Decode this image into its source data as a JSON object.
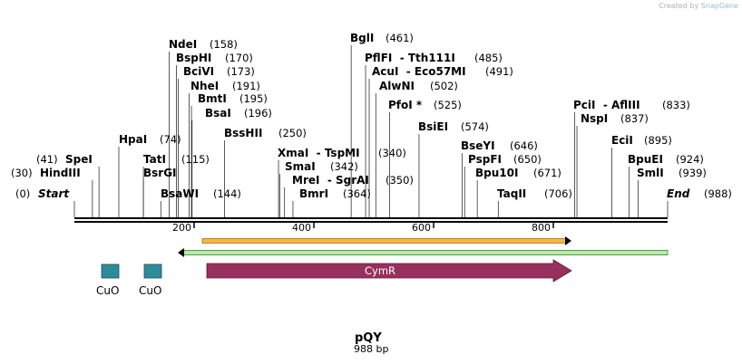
{
  "credit": {
    "prefix": "Created by",
    "brand": "SnapGene"
  },
  "plasmid": {
    "name": "pQY",
    "length_label": "988 bp",
    "length": 988
  },
  "ruler": {
    "ticks": [
      "200",
      "400",
      "600",
      "800"
    ]
  },
  "sites": [
    {
      "name": "Start",
      "pos": "(0)",
      "bp": 0,
      "style": "italic"
    },
    {
      "name": "HindIII",
      "pos": "(30)",
      "bp": 30
    },
    {
      "name": "SpeI",
      "pos": "(41)",
      "bp": 41
    },
    {
      "name": "HpaI",
      "pos": "(74)",
      "bp": 74
    },
    {
      "name": "TatI",
      "pos": "(115)",
      "bp": 115
    },
    {
      "name": "BsrGI",
      "pos": "",
      "bp": 115
    },
    {
      "name": "BsaWI",
      "pos": "(144)",
      "bp": 144
    },
    {
      "name": "NdeI",
      "pos": "(158)",
      "bp": 158
    },
    {
      "name": "BspHI",
      "pos": "(170)",
      "bp": 170
    },
    {
      "name": "BciVI",
      "pos": "(173)",
      "bp": 173
    },
    {
      "name": "NheI",
      "pos": "(191)",
      "bp": 191
    },
    {
      "name": "BmtI",
      "pos": "(195)",
      "bp": 195
    },
    {
      "name": "BsaI",
      "pos": "(196)",
      "bp": 196
    },
    {
      "name": "BssHII",
      "pos": "(250)",
      "bp": 250
    },
    {
      "name": "XmaI  - TspMI",
      "pos": "(340)",
      "bp": 340
    },
    {
      "name": "SmaI",
      "pos": "(342)",
      "bp": 342
    },
    {
      "name": "MreI  - SgrAI",
      "pos": "(350)",
      "bp": 350
    },
    {
      "name": "BmrI",
      "pos": "(364)",
      "bp": 364
    },
    {
      "name": "BglI",
      "pos": "(461)",
      "bp": 461
    },
    {
      "name": "PflFI  - Tth111I",
      "pos": "(485)",
      "bp": 485
    },
    {
      "name": "AcuI  - Eco57MI",
      "pos": "(491)",
      "bp": 491
    },
    {
      "name": "AlwNI",
      "pos": "(502)",
      "bp": 502
    },
    {
      "name": "PfoI *",
      "pos": "(525)",
      "bp": 525
    },
    {
      "name": "BsiEI",
      "pos": "(574)",
      "bp": 574
    },
    {
      "name": "BseYI",
      "pos": "(646)",
      "bp": 646
    },
    {
      "name": "PspFI",
      "pos": "(650)",
      "bp": 650
    },
    {
      "name": "Bpu10I",
      "pos": "(671)",
      "bp": 671
    },
    {
      "name": "TaqII",
      "pos": "(706)",
      "bp": 706
    },
    {
      "name": "PciI  - AflIII",
      "pos": "(833)",
      "bp": 833
    },
    {
      "name": "NspI",
      "pos": "(837)",
      "bp": 837
    },
    {
      "name": "EciI",
      "pos": "(895)",
      "bp": 895
    },
    {
      "name": "BpuEI",
      "pos": "(924)",
      "bp": 924
    },
    {
      "name": "SmlI",
      "pos": "(939)",
      "bp": 939
    },
    {
      "name": "End",
      "pos": "(988)",
      "bp": 988,
      "style": "italic"
    }
  ],
  "features": [
    {
      "label": "CuO",
      "color": "#2e8b9a"
    },
    {
      "label": "CuO",
      "color": "#2e8b9a"
    },
    {
      "label": "CymR",
      "color": "#98305e"
    }
  ],
  "colors": {
    "orange_bar": "#f0a020",
    "green_bar": "#2a8a2a"
  }
}
